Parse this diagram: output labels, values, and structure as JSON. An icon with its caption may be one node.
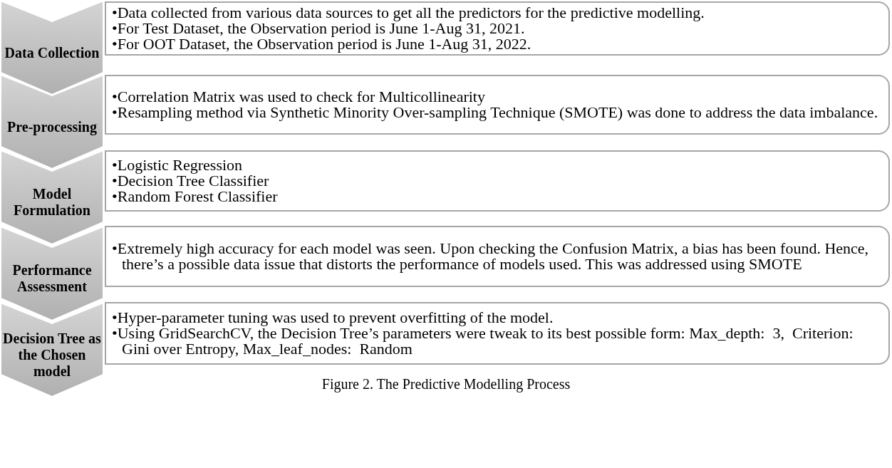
{
  "diagram": {
    "caption": "Figure 2. The Predictive Modelling Process",
    "nodes": [
      {
        "text": [
          "Data Collection"
        ]
      },
      {
        "text": [
          "•Data collected from various data sources to get all the predictors for the predictive modelling.",
          "•For Test Dataset, the Observation period is June 1-Aug 31, 2021.",
          "•For OOT Dataset, the Observation period is June 1-Aug 31, 2022."
        ]
      },
      {
        "text": [
          "Pre-processing"
        ]
      },
      {
        "text": [
          "•Correlation Matrix was used to check for Multicollinearity",
          "•Resampling method via Synthetic Minority Over-sampling Technique (SMOTE) was done to address the data imbalance."
        ]
      },
      {
        "text": [
          "Model Formulation"
        ]
      },
      {
        "text": [
          "•Logistic Regression",
          "•Decision Tree Classifier",
          "•Random Forest Classifier"
        ]
      },
      {
        "text": [
          "Performance Assessment"
        ]
      },
      {
        "text": [
          "•Extremely high accuracy for each model was seen. Upon checking the Confusion Matrix, a bias has been found. Hence, there’s a possible data issue that distorts the performance of models used. This was addressed using SMOTE"
        ]
      },
      {
        "text": [
          "Decision Tree as the Chosen model"
        ]
      },
      {
        "text": [
          "•Hyper-parameter tuning was used to prevent overfitting of the model.",
          "•Using GridSearchCV, the Decision Tree’s parameters were tweak to its best possible form: Max_depth:  3,  Criterion: Gini over Entropy, Max_leaf_nodes:  Random"
        ]
      }
    ]
  }
}
